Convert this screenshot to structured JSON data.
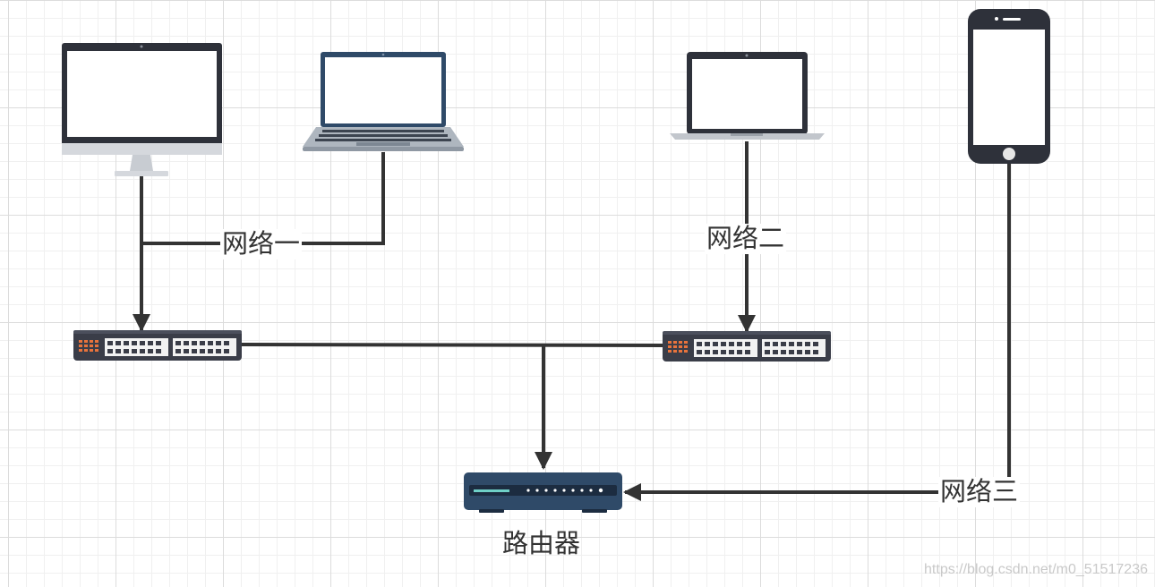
{
  "labels": {
    "network1": "网络一",
    "network2": "网络二",
    "network3": "网络三",
    "router": "路由器"
  },
  "watermark": "https://blog.csdn.net/m0_51517236",
  "icons": {
    "desktop": "desktop-monitor-icon",
    "laptop_left": "laptop-icon",
    "laptop_right": "laptop-icon",
    "phone": "smartphone-icon",
    "switch_left": "network-switch-icon",
    "switch_right": "network-switch-icon",
    "router": "router-icon"
  },
  "colors": {
    "line": "#333333",
    "device_dark": "#2e313a",
    "device_navy": "#2f4a68",
    "switch_port_orange": "#e8733c"
  }
}
